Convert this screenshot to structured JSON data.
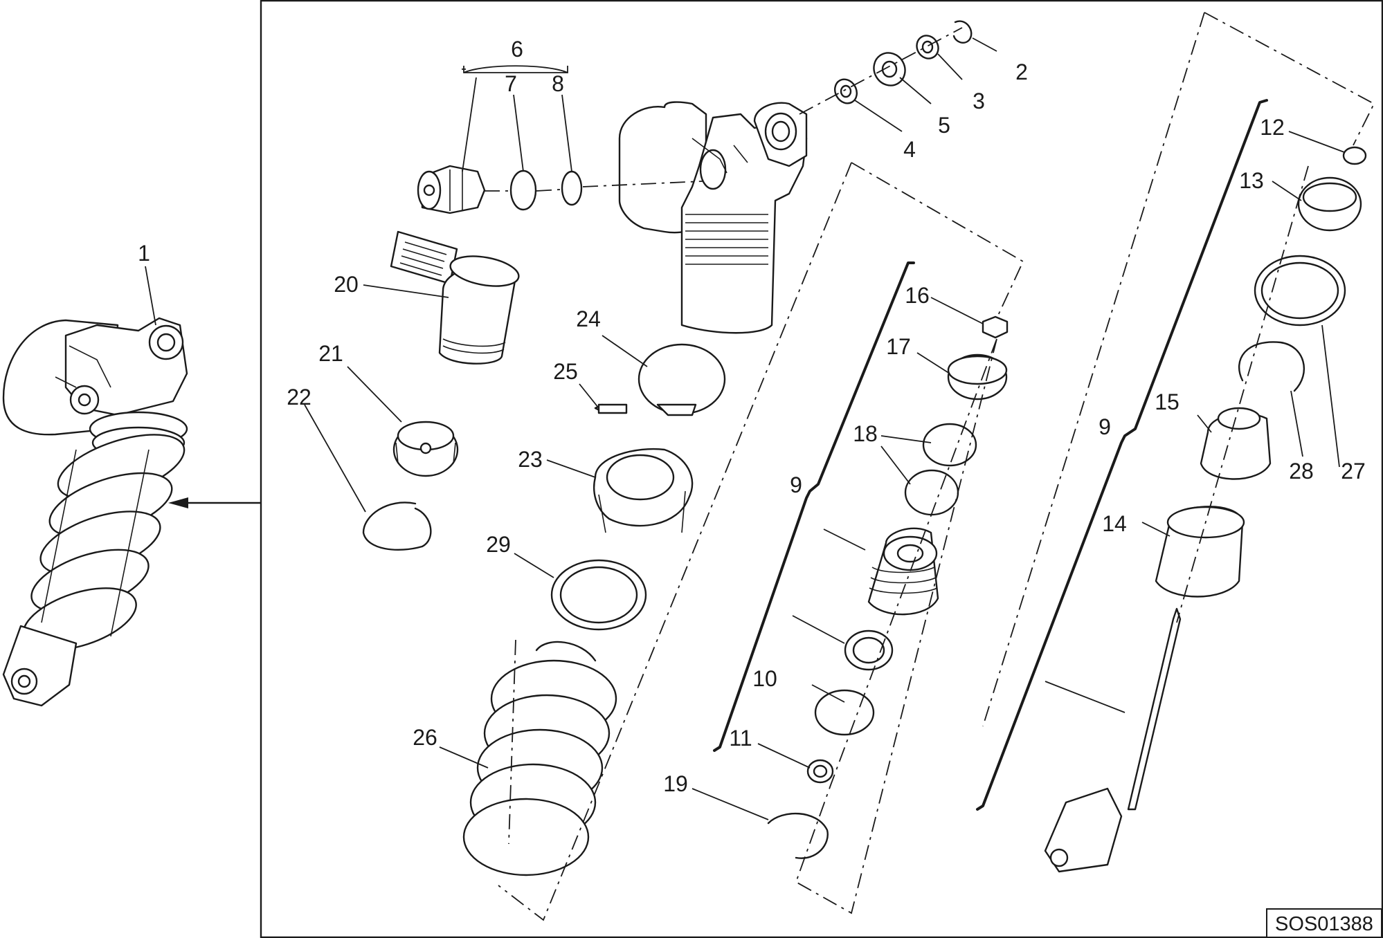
{
  "diagram": {
    "reference_code": "SOS01388",
    "callouts": [
      {
        "id": "c1",
        "label": "1"
      },
      {
        "id": "c2",
        "label": "2"
      },
      {
        "id": "c3",
        "label": "3"
      },
      {
        "id": "c4",
        "label": "4"
      },
      {
        "id": "c5",
        "label": "5"
      },
      {
        "id": "c6",
        "label": "6"
      },
      {
        "id": "c7",
        "label": "7"
      },
      {
        "id": "c8",
        "label": "8"
      },
      {
        "id": "c9a",
        "label": "9"
      },
      {
        "id": "c9b",
        "label": "9"
      },
      {
        "id": "c10",
        "label": "10"
      },
      {
        "id": "c11",
        "label": "11"
      },
      {
        "id": "c12",
        "label": "12"
      },
      {
        "id": "c13",
        "label": "13"
      },
      {
        "id": "c14",
        "label": "14"
      },
      {
        "id": "c15",
        "label": "15"
      },
      {
        "id": "c16",
        "label": "16"
      },
      {
        "id": "c17",
        "label": "17"
      },
      {
        "id": "c18",
        "label": "18"
      },
      {
        "id": "c19",
        "label": "19"
      },
      {
        "id": "c20",
        "label": "20"
      },
      {
        "id": "c21",
        "label": "21"
      },
      {
        "id": "c22",
        "label": "22"
      },
      {
        "id": "c23",
        "label": "23"
      },
      {
        "id": "c24",
        "label": "24"
      },
      {
        "id": "c25",
        "label": "25"
      },
      {
        "id": "c26",
        "label": "26"
      },
      {
        "id": "c27",
        "label": "27"
      },
      {
        "id": "c28",
        "label": "28"
      },
      {
        "id": "c29",
        "label": "29"
      }
    ]
  }
}
